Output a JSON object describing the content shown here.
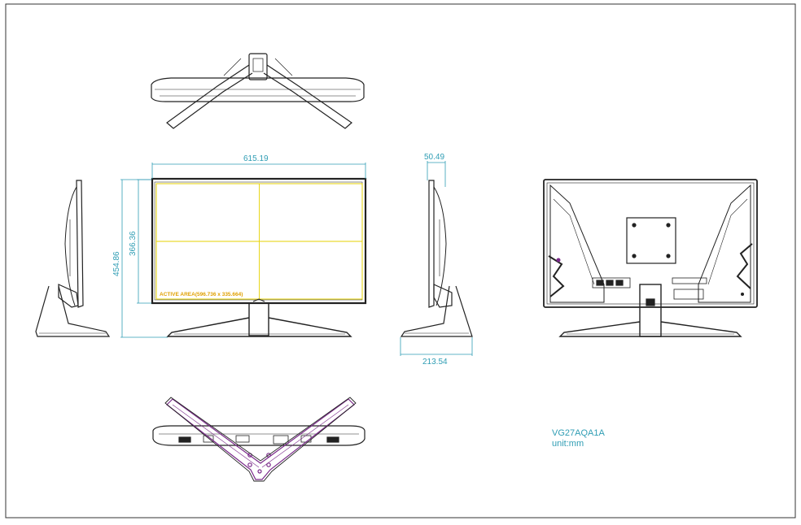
{
  "dimensions": {
    "width": "615.19",
    "depth_top": "50.49",
    "height_total": "454.86",
    "height_panel": "366.36",
    "depth_base": "213.54"
  },
  "active_area_label": "ACTIVE AREA(596.736 x 335.664)",
  "model": "VG27AQA1A",
  "unit": "unit:mm",
  "colors": {
    "line": "#222222",
    "dimension": "#2f9db4",
    "active_area": "#e6d200",
    "accent": "#7a2a8a"
  }
}
